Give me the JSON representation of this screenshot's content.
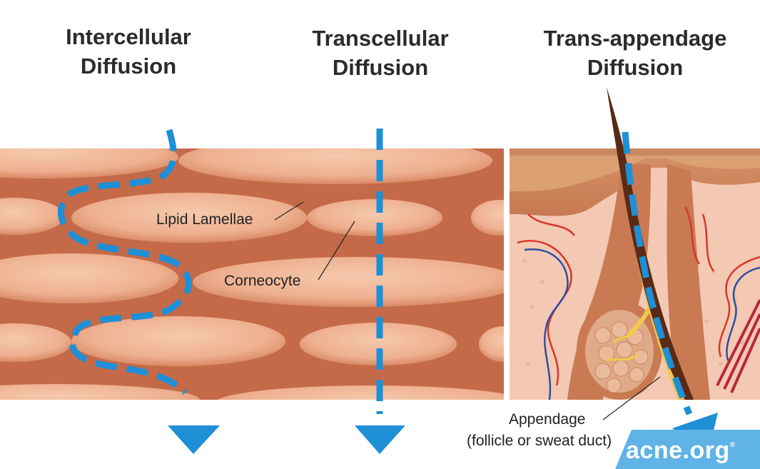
{
  "headings": {
    "intercellular": {
      "line1": "Intercellular",
      "line2": "Diffusion"
    },
    "transcellular": {
      "line1": "Transcellular",
      "line2": "Diffusion"
    },
    "trans_appendage": {
      "line1": "Trans-appendage",
      "line2": "Diffusion"
    }
  },
  "labels": {
    "lipid_lamellae": "Lipid Lamellae",
    "corneocyte": "Corneocyte",
    "appendage": "Appendage",
    "appendage_detail": "(follicle or sweat duct)"
  },
  "logo": {
    "text": "acne.org",
    "mark": "®"
  },
  "colors": {
    "skin_base": "#c56a48",
    "corneocyte": "#f0b898",
    "path_blue": "#1f8fd6",
    "logo_bg": "#5fb3e6",
    "dermis": "#f3c9b3",
    "hair": "#5a2a14",
    "sebum": "#f2c94c"
  }
}
